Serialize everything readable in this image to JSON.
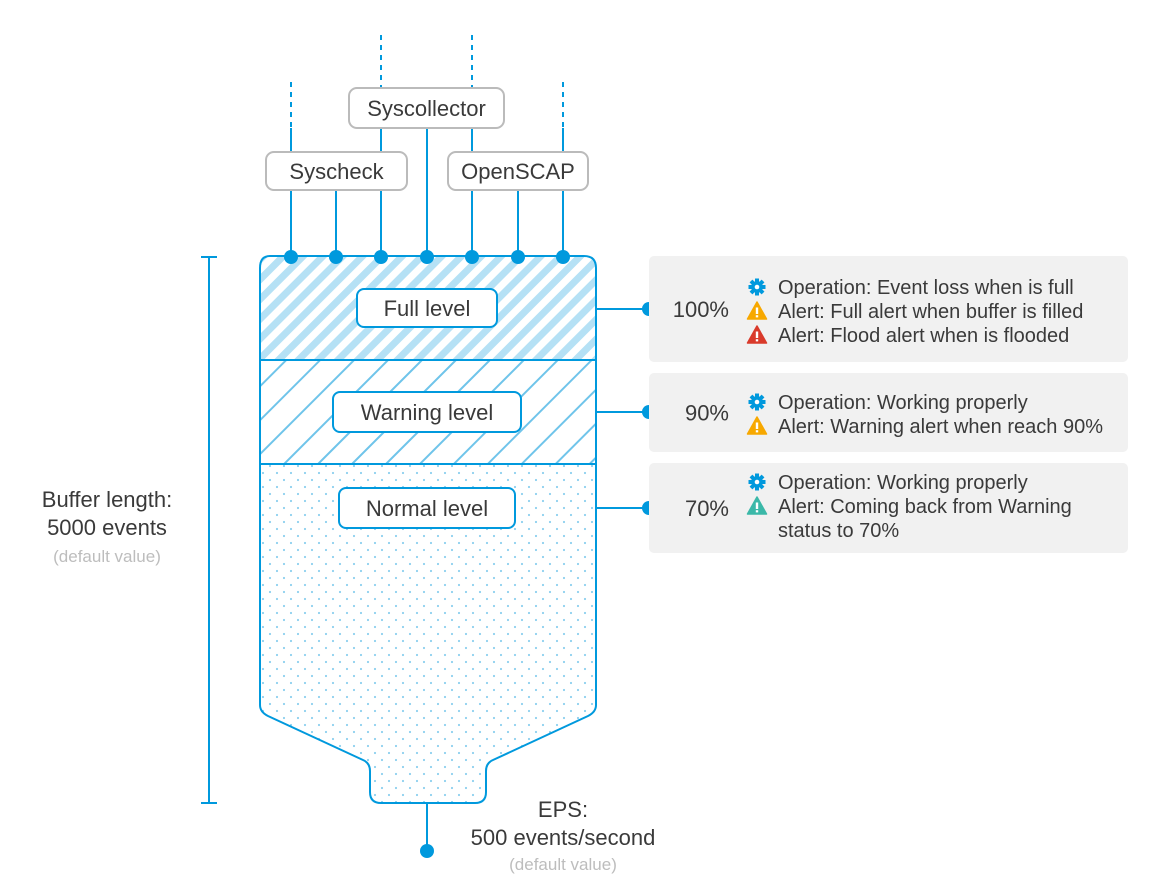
{
  "colors": {
    "accent": "#0099dd",
    "stroke_gray": "#bbbbbb",
    "panel_bg": "#f1f1f1",
    "text": "#3a3a3a",
    "muted": "#bdbdbd",
    "warn": "#f7a800",
    "danger": "#d93a2b",
    "recover": "#3bb8a8"
  },
  "modules": {
    "syscollector": "Syscollector",
    "syscheck": "Syscheck",
    "openscap": "OpenSCAP"
  },
  "levels": {
    "full": "Full level",
    "warning": "Warning level",
    "normal": "Normal level"
  },
  "buffer": {
    "line1": "Buffer length:",
    "line2": "5000 events",
    "note": "(default value)"
  },
  "eps": {
    "line1": "EPS:",
    "line2": "500 events/second",
    "note": "(default value)"
  },
  "panels": [
    {
      "percent": "100%",
      "items": [
        {
          "icon": "gear-icon",
          "lines": [
            "Operation: Event loss when is full"
          ]
        },
        {
          "icon": "warning-icon",
          "lines": [
            "Alert: Full alert when buffer is filled"
          ]
        },
        {
          "icon": "danger-icon",
          "lines": [
            "Alert: Flood alert when is flooded"
          ]
        }
      ]
    },
    {
      "percent": "90%",
      "items": [
        {
          "icon": "gear-icon",
          "lines": [
            "Operation: Working properly"
          ]
        },
        {
          "icon": "warning-icon",
          "lines": [
            "Alert: Warning alert when reach 90%"
          ]
        }
      ]
    },
    {
      "percent": "70%",
      "items": [
        {
          "icon": "gear-icon",
          "lines": [
            "Operation: Working properly"
          ]
        },
        {
          "icon": "recover-icon",
          "lines": [
            "Alert: Coming back from Warning",
            "status to 70%"
          ]
        }
      ]
    }
  ]
}
